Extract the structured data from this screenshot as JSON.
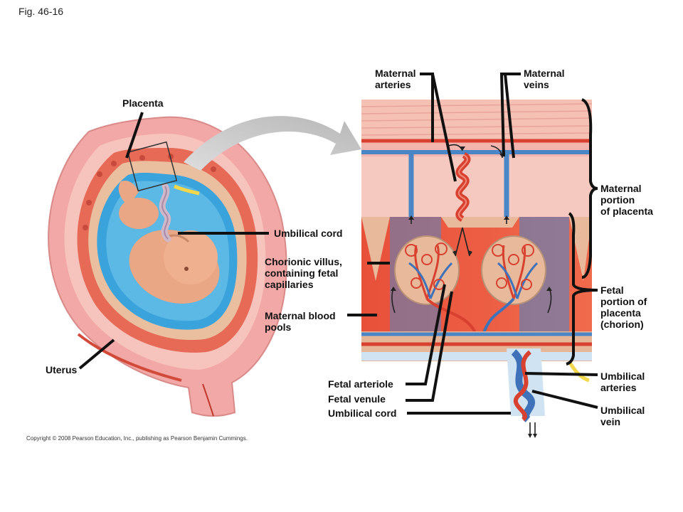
{
  "figure_label": "Fig. 46-16",
  "copyright": "Copyright © 2008 Pearson Education, Inc., publishing as Pearson Benjamin Cummings.",
  "labels": {
    "placenta": "Placenta",
    "uterus": "Uterus",
    "umbilical_cord_left": "Umbilical cord",
    "chorionic_villus": "Chorionic villus,\ncontaining fetal\ncapillaries",
    "maternal_blood_pools": "Maternal blood\npools",
    "maternal_arteries": "Maternal\narteries",
    "maternal_veins": "Maternal\nveins",
    "maternal_portion": "Maternal\nportion\nof placenta",
    "fetal_portion": "Fetal\nportion of\nplacenta\n(chorion)",
    "umbilical_arteries": "Umbilical\narteries",
    "umbilical_vein": "Umbilical\nvein",
    "fetal_arteriole": "Fetal arteriole",
    "fetal_venule": "Fetal venule",
    "umbilical_cord_bottom": "Umbilical cord"
  },
  "colors": {
    "artery_red": "#d8402f",
    "vein_blue": "#4a86c5",
    "uterus_pink": "#f2a8a6",
    "placenta_tan": "#e6b699",
    "amniotic_blue": "#3aa3dc",
    "fetus_skin": "#e9a785",
    "blood_pool": "#e8503a",
    "leader_line": "#111111"
  }
}
